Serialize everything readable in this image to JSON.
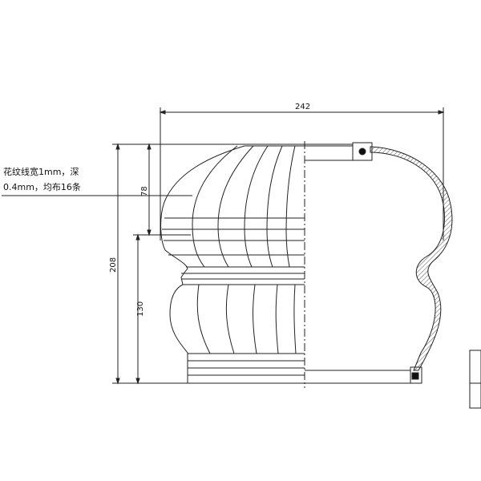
{
  "annotation": {
    "line1": "花纹线宽1mm，深",
    "line2": "0.4mm，均布16条"
  },
  "dimensions": {
    "width": "242",
    "height_total": "208",
    "height_upper": "78",
    "height_lower": "130"
  },
  "colors": {
    "line": "#222222",
    "hatch": "#555555"
  }
}
